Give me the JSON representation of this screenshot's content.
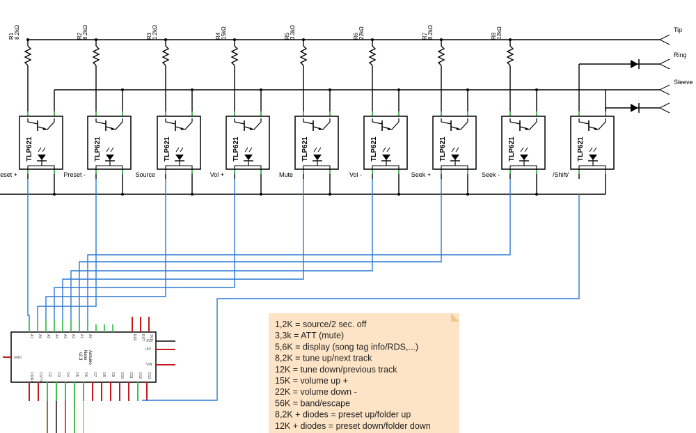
{
  "resistors": [
    {
      "ref": "R1",
      "value": "8.2kΩ"
    },
    {
      "ref": "R2",
      "value": "8.2kΩ"
    },
    {
      "ref": "R3",
      "value": "1.2kΩ"
    },
    {
      "ref": "R4",
      "value": "15kΩ"
    },
    {
      "ref": "R5",
      "value": "3.3kΩ"
    },
    {
      "ref": "R6",
      "value": "22kΩ"
    },
    {
      "ref": "R7",
      "value": "8.2kΩ"
    },
    {
      "ref": "R8",
      "value": "12kΩ"
    }
  ],
  "optocoupler_part": "TLP621",
  "channels": [
    "Preset +",
    "Preset -",
    "Source",
    "Vol +",
    "Mute",
    "Vol -",
    "Seek +",
    "Seek -",
    "/Shift/"
  ],
  "jack": {
    "tip": "Tip",
    "ring": "Ring",
    "sleeve": "Sleeve"
  },
  "arduino": {
    "name_line1": "Arduino",
    "name_line2": "Nano",
    "name_line3": "v2.3",
    "top_pins": [
      "A7",
      "A6",
      "A5",
      "A4",
      "A3",
      "A2",
      "A1",
      "A0",
      "",
      "",
      "",
      "REF",
      "RST",
      "3V3"
    ],
    "bottom_pins": [
      "D0/RX",
      "D1/TX",
      "D2",
      "D3",
      "D4",
      "D5",
      "D6",
      "D7",
      "D8",
      "D9",
      "D10",
      "D11",
      "D12",
      "D13"
    ],
    "gnd": "GND",
    "right_pins": [
      "3V3",
      "+5V",
      "VIN"
    ]
  },
  "note_lines": [
    "1,2K = source/2 sec. off",
    "3,3k = ATT (mute)",
    "5,6K = display (song tag info/RDS,...)",
    "8,2K = tune up/next track",
    "12K = tune down/previous track",
    "15K = volume up +",
    "22K = volume down -",
    "56K = band/escape",
    "8,2K + diodes = preset up/folder up",
    "12K + diodes = preset down/folder down"
  ]
}
